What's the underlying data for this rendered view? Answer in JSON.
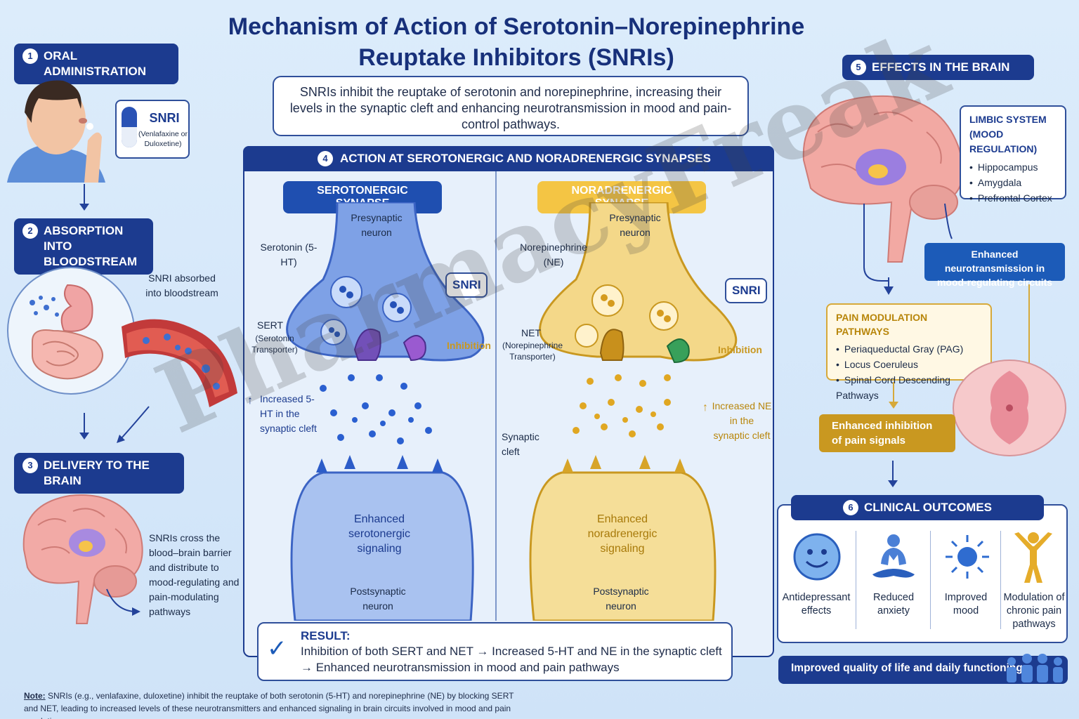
{
  "title": "Mechanism of Action of Serotonin–Norepinephrine Reuptake Inhibitors (SNRIs)",
  "summary": "SNRIs inhibit the reuptake of serotonin and norepinephrine, increasing their levels in the synaptic cleft and enhancing neurotransmission in mood and pain-control pathways.",
  "steps": {
    "s1": {
      "num": "1",
      "label": "ORAL ADMINISTRATION",
      "pill_name": "SNRI",
      "pill_examples": "(Venlafaxine or Duloxetine)"
    },
    "s2": {
      "num": "2",
      "label": "ABSORPTION INTO BLOODSTREAM",
      "note": "SNRI absorbed into bloodstream"
    },
    "s3": {
      "num": "3",
      "label": "DELIVERY TO THE BRAIN",
      "note": "SNRIs cross the blood–brain barrier and distribute to mood-regulating and pain-modulating pathways"
    },
    "s4": {
      "num": "4",
      "label": "ACTION AT SEROTONERGIC AND NORADRENERGIC SYNAPSES"
    },
    "s5": {
      "num": "5",
      "label": "EFFECTS IN THE BRAIN"
    },
    "s6": {
      "num": "6",
      "label": "CLINICAL OUTCOMES"
    }
  },
  "serotonergic": {
    "title": "SEROTONERGIC SYNAPSE",
    "presynaptic": "Presynaptic neuron",
    "neurotransmitter": "Serotonin (5-HT)",
    "transporter": "SERT",
    "transporter_full": "(Serotonin Transporter)",
    "snri": "SNRI",
    "inhibition": "Inhibition",
    "increase": "Increased 5-HT in the synaptic cleft",
    "signaling": "Enhanced serotonergic signaling",
    "postsynaptic": "Postsynaptic neuron",
    "color": "#5a86d8"
  },
  "noradrenergic": {
    "title": "NORADRENERGIC SYNAPSE",
    "presynaptic": "Presynaptic neuron",
    "neurotransmitter": "Norepinephrine (NE)",
    "transporter": "NET",
    "transporter_full": "(Norepinephrine Transporter)",
    "snri": "SNRI",
    "inhibition": "Inhibition",
    "increase": "Increased NE in the synaptic cleft",
    "signaling": "Enhanced noradrenergic signaling",
    "postsynaptic": "Postsynaptic neuron",
    "cleft": "Synaptic cleft",
    "color": "#e0b53e"
  },
  "result": {
    "heading": "RESULT:",
    "text": "Inhibition of both SERT and NET → Increased 5-HT and NE in the synaptic cleft → Enhanced neurotransmission in mood and pain pathways"
  },
  "brain_effects": {
    "limbic_title": "LIMBIC SYSTEM (MOOD REGULATION)",
    "limbic_items": [
      "Hippocampus",
      "Amygdala",
      "Prefrontal Cortex"
    ],
    "limbic_result": "Enhanced neurotransmission in mood-regulating circuits",
    "pain_title": "PAIN MODULATION PATHWAYS",
    "pain_items": [
      "Periaqueductal Gray (PAG)",
      "Locus Coeruleus",
      "Spinal Cord Descending Pathways"
    ],
    "pain_result": "Enhanced inhibition of pain signals"
  },
  "outcomes": [
    {
      "label": "Antidepressant effects",
      "icon": "smiley-icon"
    },
    {
      "label": "Reduced anxiety",
      "icon": "meditation-icon"
    },
    {
      "label": "Improved mood",
      "icon": "sun-icon"
    },
    {
      "label": "Modulation of chronic pain pathways",
      "icon": "person-arms-up-icon"
    }
  ],
  "quality": "Improved quality of life and daily functioning",
  "note": {
    "label": "Note:",
    "text": " SNRIs (e.g., venlafaxine, duloxetine) inhibit the reuptake of both serotonin (5-HT) and norepinephrine (NE) by blocking SERT and NET, leading to increased levels of these neurotransmitters and enhanced signaling in brain circuits involved in mood and pain regulation."
  },
  "watermark": "PharmacyFreak",
  "colors": {
    "navy": "#1c3b8f",
    "blue": "#5a86d8",
    "gold": "#e0b53e"
  }
}
